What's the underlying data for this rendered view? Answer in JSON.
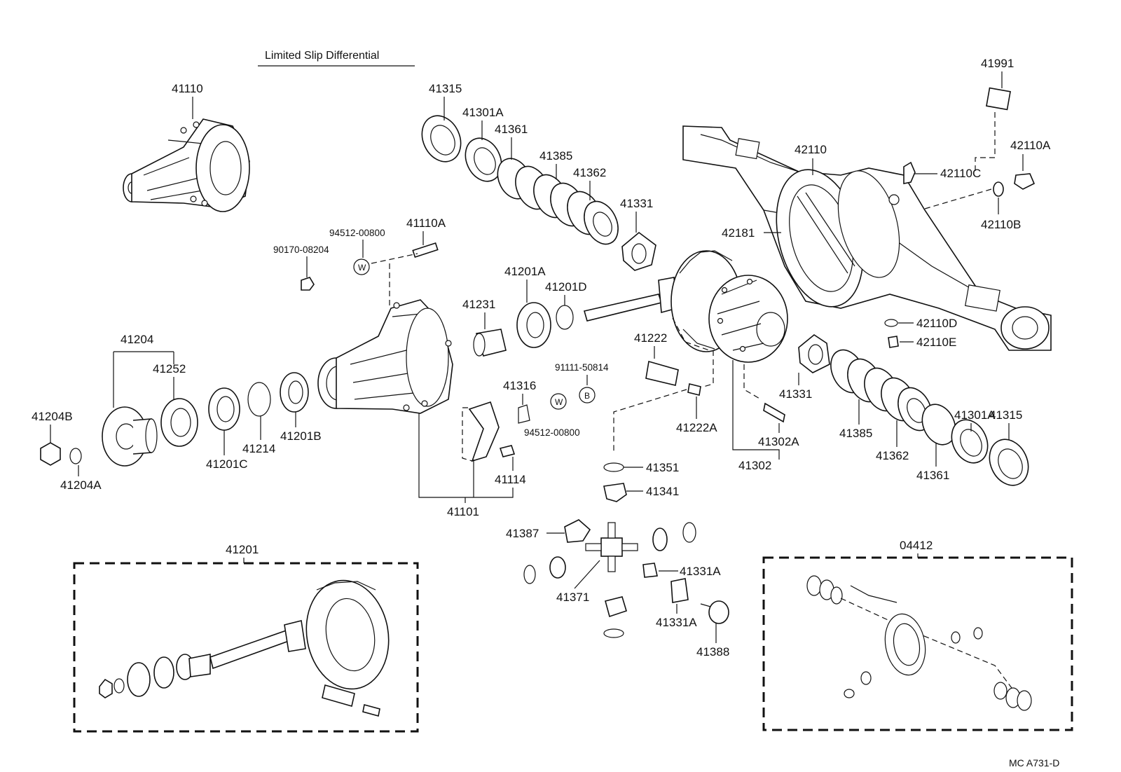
{
  "diagram": {
    "title": "Limited Slip Differential",
    "code": "MC  A731-D",
    "symbols": {
      "washer": "W",
      "bolt": "B"
    },
    "labels": {
      "p41110": "41110",
      "p41315_top": "41315",
      "p41301A_top": "41301A",
      "p41361_top": "41361",
      "p41385_top": "41385",
      "p41362_top": "41362",
      "p41331_top": "41331",
      "p41991": "41991",
      "p42110": "42110",
      "p42110A": "42110A",
      "p42110C": "42110C",
      "p42110B": "42110B",
      "p42181": "42181",
      "p94512_top": "94512-00800",
      "p41110A": "41110A",
      "p90170": "90170-08204",
      "p41201A": "41201A",
      "p41201D": "41201D",
      "p41231": "41231",
      "p41204": "41204",
      "p41252": "41252",
      "p41204B": "41204B",
      "p41204A": "41204A",
      "p41201C": "41201C",
      "p41214": "41214",
      "p41201B": "41201B",
      "p41316": "41316",
      "p94512_bot": "94512-00800",
      "p91111": "91111-50814",
      "p41222": "41222",
      "p41222A": "41222A",
      "p41114": "41114",
      "p41101": "41101",
      "p42110D": "42110D",
      "p42110E": "42110E",
      "p41331_bot": "41331",
      "p41385_bot": "41385",
      "p41362_bot": "41362",
      "p41301A_bot": "41301A",
      "p41315_bot": "41315",
      "p41361_bot": "41361",
      "p41302A": "41302A",
      "p41302": "41302",
      "p41351": "41351",
      "p41341": "41341",
      "p41387": "41387",
      "p41331A_1": "41331A",
      "p41371": "41371",
      "p41331A_2": "41331A",
      "p41388": "41388",
      "p41201": "41201",
      "p04412": "04412"
    }
  },
  "colors": {
    "ink": "#111111",
    "paper": "#ffffff"
  }
}
